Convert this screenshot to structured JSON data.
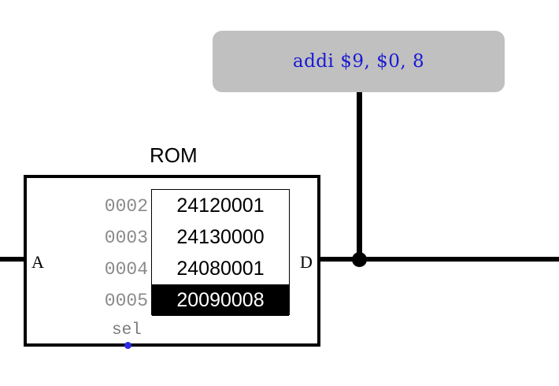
{
  "probe": {
    "text": "addi $9, $0, 8"
  },
  "rom": {
    "title": "ROM",
    "port_in": "A",
    "port_out": "D",
    "sel_label": "sel",
    "rows": [
      {
        "addr": "0002",
        "value": "24120001",
        "selected": false
      },
      {
        "addr": "0003",
        "value": "24130000",
        "selected": false
      },
      {
        "addr": "0004",
        "value": "24080001",
        "selected": false
      },
      {
        "addr": "0005",
        "value": "20090008",
        "selected": true
      }
    ]
  },
  "colors": {
    "probe_bg": "#c0c0c0",
    "probe_text": "#1a1ad4",
    "address_text": "#8a8a8a",
    "selected_bg": "#000000",
    "selected_text": "#ffffff",
    "sel_pin": "#2a2ae8"
  }
}
